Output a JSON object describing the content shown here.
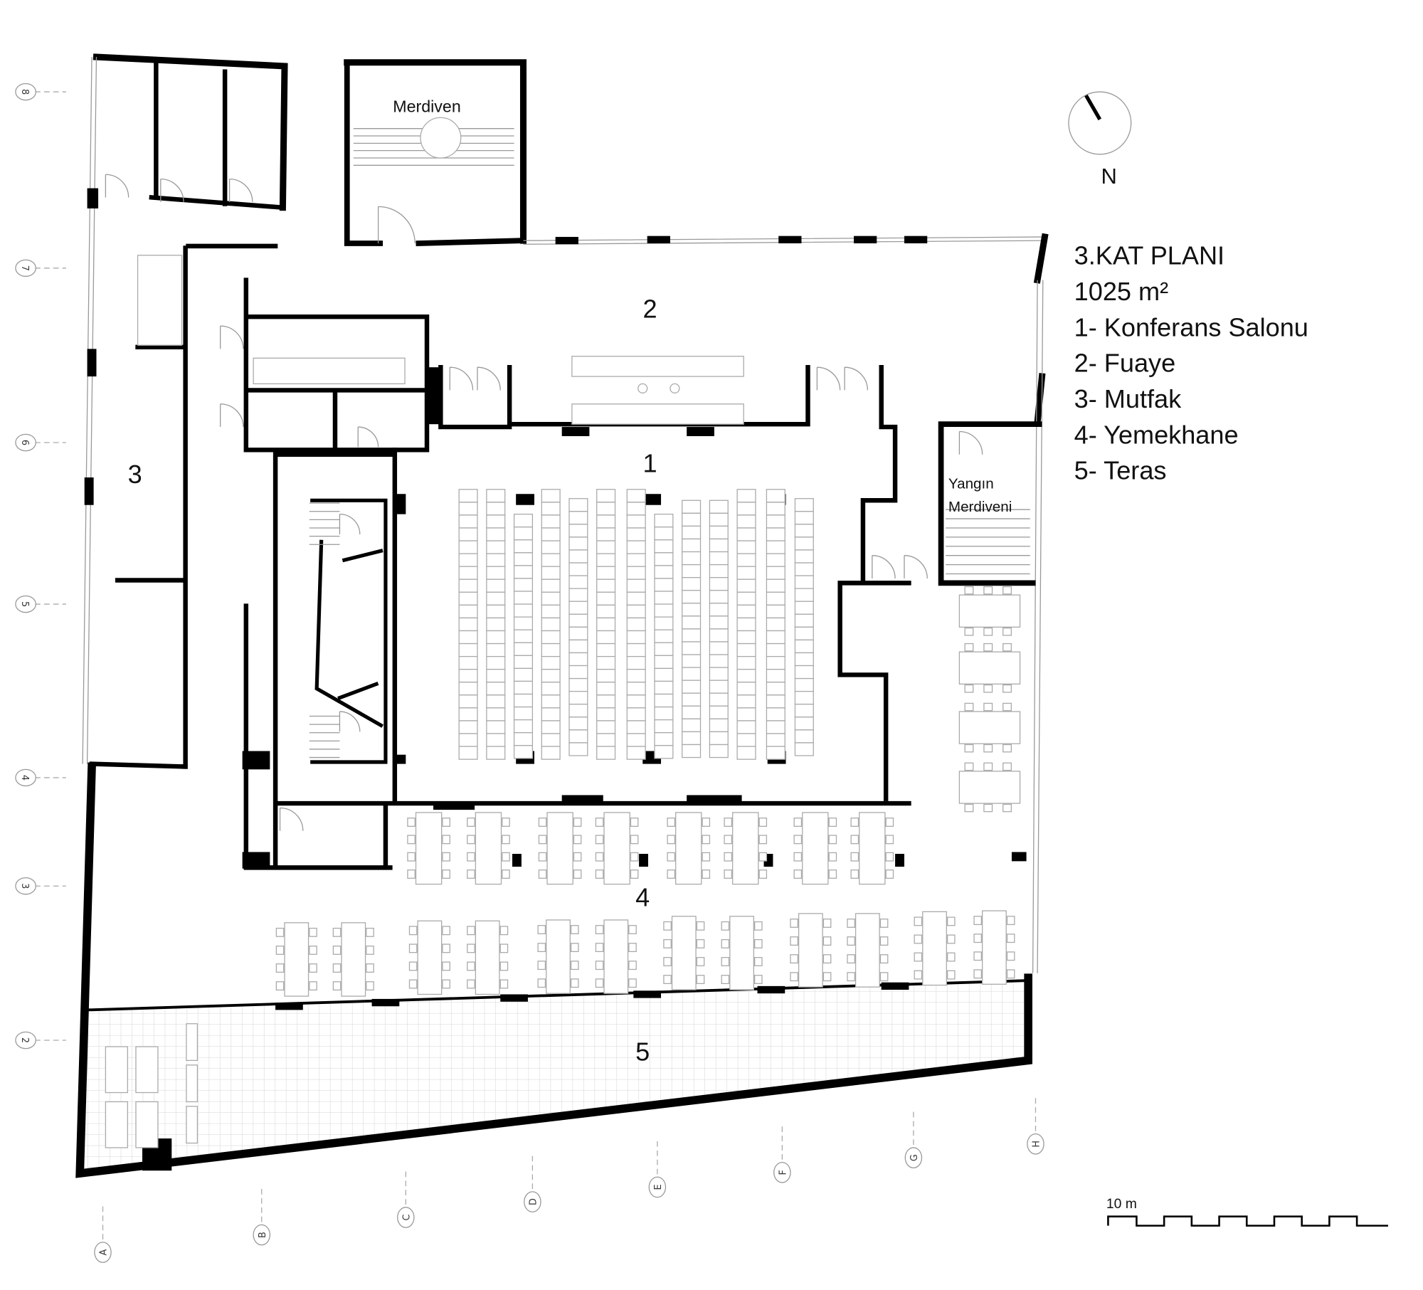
{
  "legend": {
    "title": "3.KAT PLANI",
    "area": "1025 m²",
    "items": [
      "1- Konferans Salonu",
      "2- Fuaye",
      "3- Mutfak",
      "4- Yemekhane",
      "5- Teras"
    ]
  },
  "rooms": {
    "r1": "1",
    "r2": "2",
    "r3": "3",
    "r4": "4",
    "r5": "5"
  },
  "labels": {
    "stair": "Merdiven",
    "fire_stair_1": "Yangın",
    "fire_stair_2": "Merdiveni"
  },
  "compass": {
    "north": "N"
  },
  "scale": {
    "label": "10 m"
  },
  "grid_rows": [
    "8",
    "7",
    "6",
    "5",
    "4",
    "3",
    "2"
  ],
  "grid_cols": [
    "A",
    "B",
    "C",
    "D",
    "E",
    "F",
    "G",
    "H"
  ]
}
